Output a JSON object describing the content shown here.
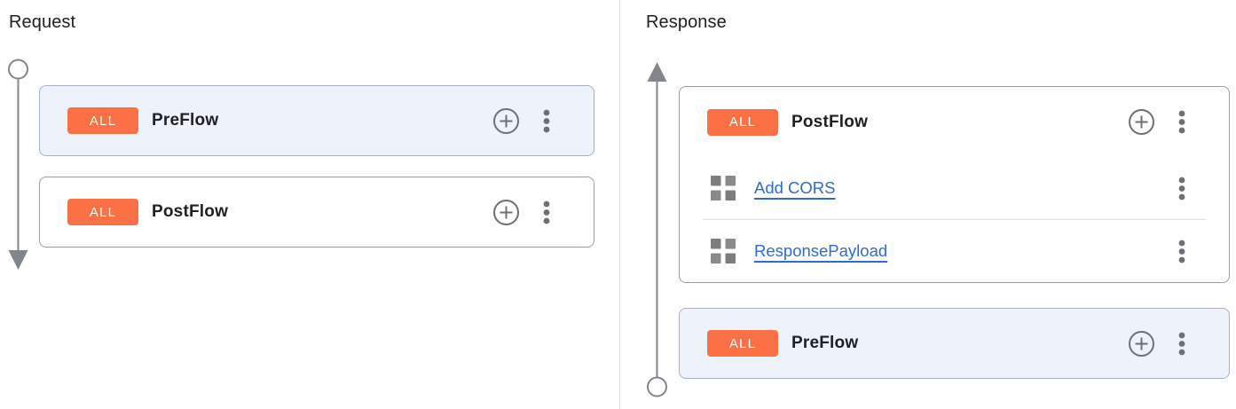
{
  "panels": {
    "request": {
      "title": "Request",
      "flows": [
        {
          "badge": "ALL",
          "name": "PreFlow"
        },
        {
          "badge": "ALL",
          "name": "PostFlow"
        }
      ]
    },
    "response": {
      "title": "Response",
      "flows": [
        {
          "badge": "ALL",
          "name": "PostFlow",
          "policies": [
            "Add CORS",
            "ResponsePayload"
          ]
        },
        {
          "badge": "ALL",
          "name": "PreFlow"
        }
      ]
    }
  },
  "icons": {
    "timeline_start": "circle-marker",
    "timeline_direction_request": "arrow-down",
    "timeline_direction_response": "arrow-up",
    "add_policy": "plus-circle-icon",
    "more_options": "three-dot-vertical-menu-icon",
    "policy": "grid-squares-icon"
  },
  "colors": {
    "badge_orange": "#fb7045",
    "highlight_card_bg": "#edf2fb",
    "link_blue": "#2e6bd8",
    "timeline_gray": "#80868b",
    "card_border": "#999ea6",
    "divider": "#dadce0",
    "text": "#202124"
  }
}
